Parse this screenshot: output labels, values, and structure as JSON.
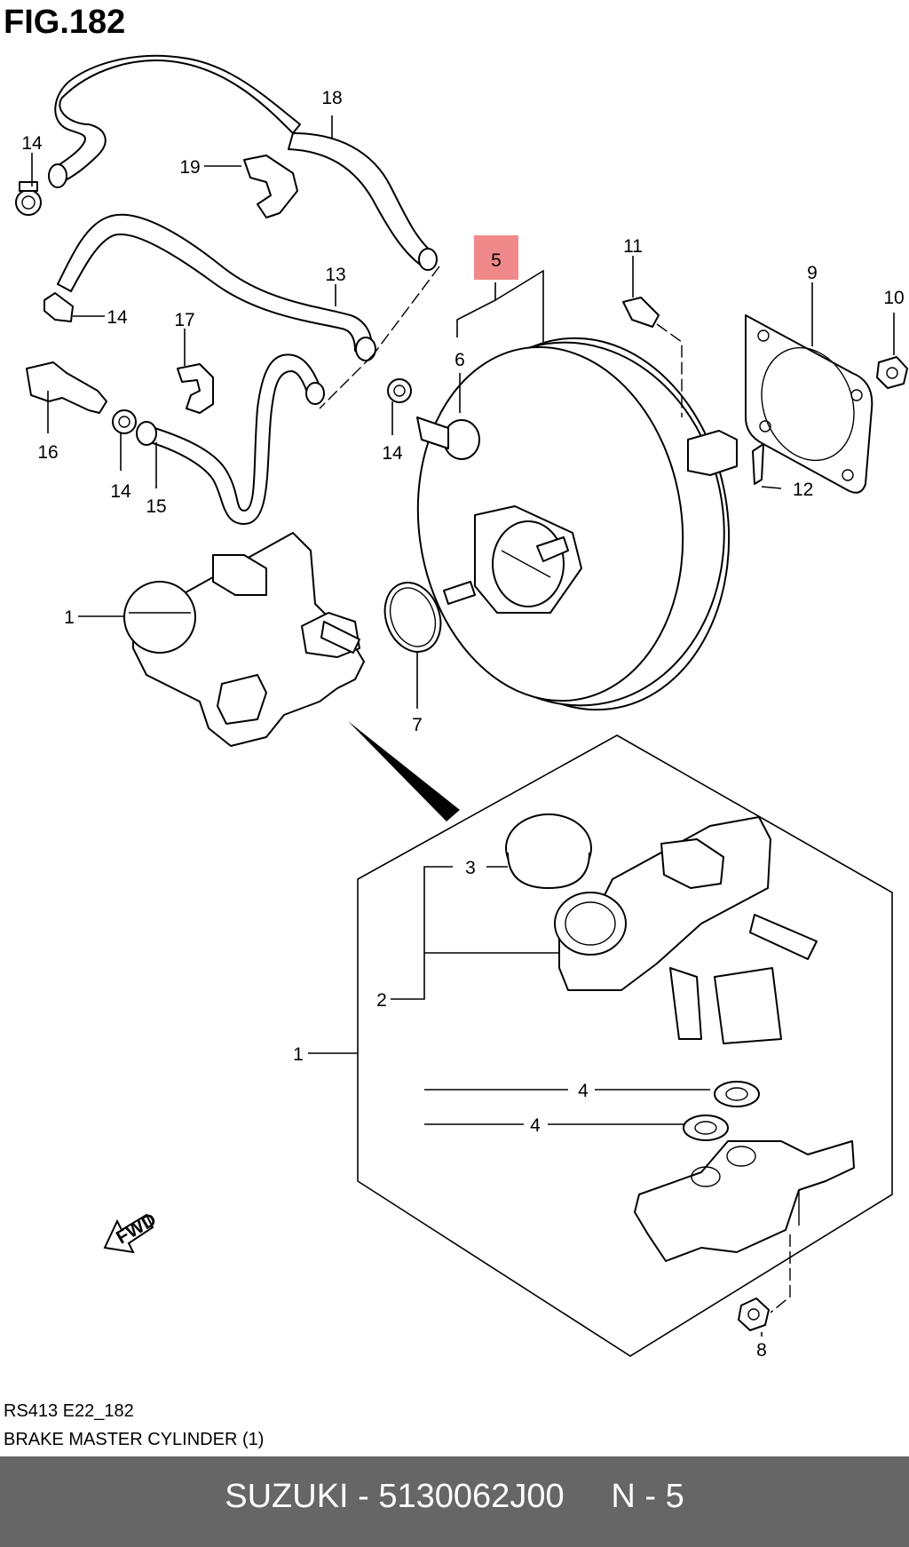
{
  "figure": {
    "title": "FIG.182"
  },
  "callouts": {
    "c1a": "1",
    "c1b": "1",
    "c2": "2",
    "c3": "3",
    "c4a": "4",
    "c4b": "4",
    "c5": "5",
    "c6": "6",
    "c7": "7",
    "c8": "8",
    "c9": "9",
    "c10": "10",
    "c11": "11",
    "c12": "12",
    "c13": "13",
    "c14a": "14",
    "c14b": "14",
    "c14c": "14",
    "c14d": "14",
    "c15": "15",
    "c16": "16",
    "c17": "17",
    "c18": "18",
    "c19": "19"
  },
  "highlight": {
    "color": "#f08a8a",
    "part": "5"
  },
  "fwd": {
    "label": "FWD"
  },
  "caption": {
    "code": "RS413 E22_182",
    "name": "BRAKE MASTER CYLINDER (1)"
  },
  "footer": {
    "text": "SUZUKI - 5130062J00     N - 5",
    "background": "#666666"
  }
}
